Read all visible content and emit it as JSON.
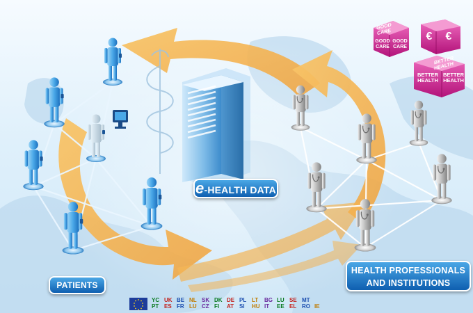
{
  "labels": {
    "ehealth_prefix": "e",
    "ehealth_rest": "-HEALTH DATA",
    "patients": "PATIENTS",
    "professionals_line1": "HEALTH PROFESSIONALS",
    "professionals_line2": "AND INSTITUTIONS"
  },
  "dice": {
    "top_left": "GOOD CARE",
    "front_left": "GOOD CARE",
    "front_right": "GOOD CARE",
    "euro_left": "€",
    "euro_right": "€",
    "better_top": "BETTER HEALTH",
    "better_left": "BETTER HEALTH",
    "better_right": "BETTER HEALTH"
  },
  "country_codes": {
    "row1": [
      "YC",
      "UK",
      "BE",
      "NL",
      "SK",
      "DK",
      "DE",
      "PL",
      "LT",
      "BG",
      "LU",
      "SE",
      "MT"
    ],
    "row2": [
      "PT",
      "ES",
      "FR",
      "LU",
      "CZ",
      "FI",
      "AT",
      "SI",
      "HU",
      "IT",
      "EE",
      "EL",
      "RO",
      "IE"
    ]
  },
  "colors": {
    "patient_figure": "#5fb4ec",
    "professional_figure": "#b9b9b9",
    "arrow_orange": "#f4b04a",
    "label_blue": "#1a6fc1",
    "dice_magenta": "#d0208c"
  }
}
